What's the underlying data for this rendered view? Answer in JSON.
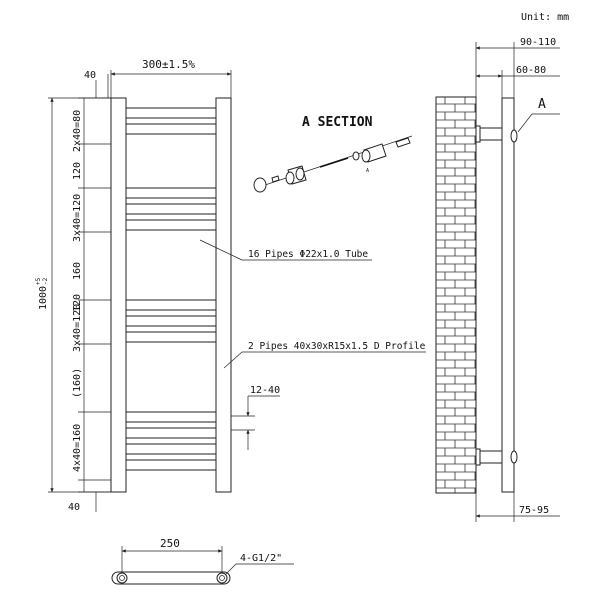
{
  "unit_label": "Unit: mm",
  "section_title": "A SECTION",
  "section_marker": "A",
  "dimensions": {
    "total_width": "300±1.5%",
    "top_offset": "40",
    "bottom_offset": "40",
    "total_height": "1000",
    "height_tol_upper": "+5",
    "height_tol_lower": "-2",
    "seg_1": "2x40=80",
    "seg_2": "120",
    "seg_3": "3x40=120",
    "seg_4": "160",
    "seg_5": "120",
    "seg_6": "3x40=120",
    "seg_7": "(160)",
    "seg_8": "4x40=160",
    "pipe_gap": "12-40",
    "wall_far": "90-110",
    "wall_near": "60-80",
    "wall_depth": "75-95",
    "bottom_width": "250",
    "connection": "4-G1/2\""
  },
  "callouts": {
    "tubes": "16 Pipes Φ22x1.0 Tube",
    "profile": "2 Pipes 40x30xR15x1.5 D Profile"
  }
}
